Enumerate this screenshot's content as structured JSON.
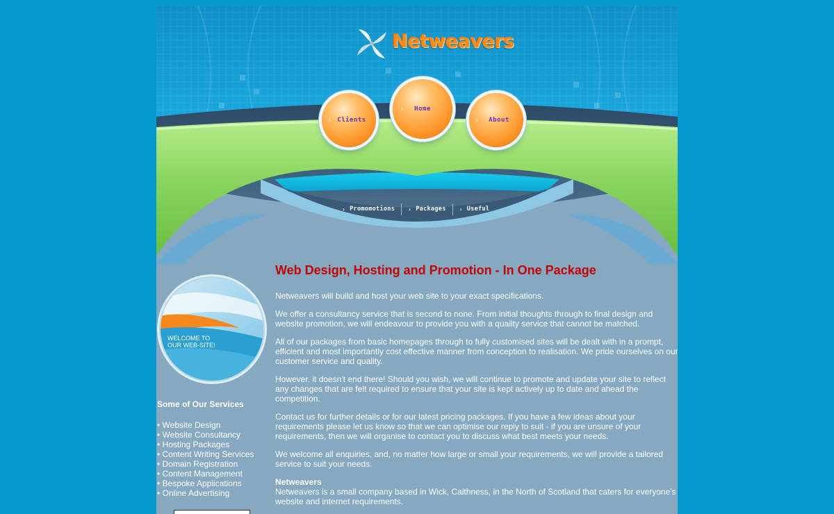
{
  "brand": {
    "name": "Netweavers"
  },
  "main_nav": [
    {
      "label": "Clients"
    },
    {
      "label": "Home"
    },
    {
      "label": "About"
    }
  ],
  "sub_nav": [
    {
      "label": "Promomotions"
    },
    {
      "label": "Packages"
    },
    {
      "label": "Useful"
    }
  ],
  "welcome_image": {
    "text_line1": "WELCOME TO",
    "text_line2": "OUR WEB-SITE!"
  },
  "sidebar": {
    "heading": "Some of Our Services",
    "services": [
      "• Website Design",
      "• Website Consultancy",
      "• Hosting Packages",
      "• Content Writing Services",
      "• Domain Registration",
      "• Content Management",
      "• Bespoke Applications",
      "• Online Advertising"
    ]
  },
  "main": {
    "title": "Web Design, Hosting and Promotion - In One Package",
    "paragraphs": [
      "Netweavers will build and host your web site to your exact specifications.",
      "We offer a consultancy service that is second to none. From initial thoughts through to final design and website promotion, we will endeavour to provide you with a quality service that cannot be matched.",
      "All of our packages from basic homepages through to fully customised sites will be dealt with in a prompt, efficient and most importantly cost effective manner from conception to realisation. We pride ourselves on our customer service and quality.",
      "However, it doesn't end there! Should you wish, we will continue to promote and update your site to reflect any changes that are felt required to ensure that your site is kept actively up to date and ahead the competition.",
      "Contact us for further details or for our latest pricing packages. If you have a few ideas about your requirements please let us know so that we can optimise our reply to suit - if you are unsure of your requirements, then we will organise to contact you to discuss what best meets your needs.",
      "We welcome all enquiries, and, no matter how large or small your requirements, we will provide a tailored service to suit your needs."
    ],
    "about_title": "Netweavers",
    "about_text": "Netweavers is a small company based in Wick, Caithness, in the North of Scotland that caters for everyone's website and internet requirements."
  },
  "colors": {
    "page_background": "#0499cc",
    "content_background": "#86a9c1",
    "title_red": "#c40000",
    "orange_accent": "#f58a1f",
    "green_wave": "#8fd66a"
  }
}
